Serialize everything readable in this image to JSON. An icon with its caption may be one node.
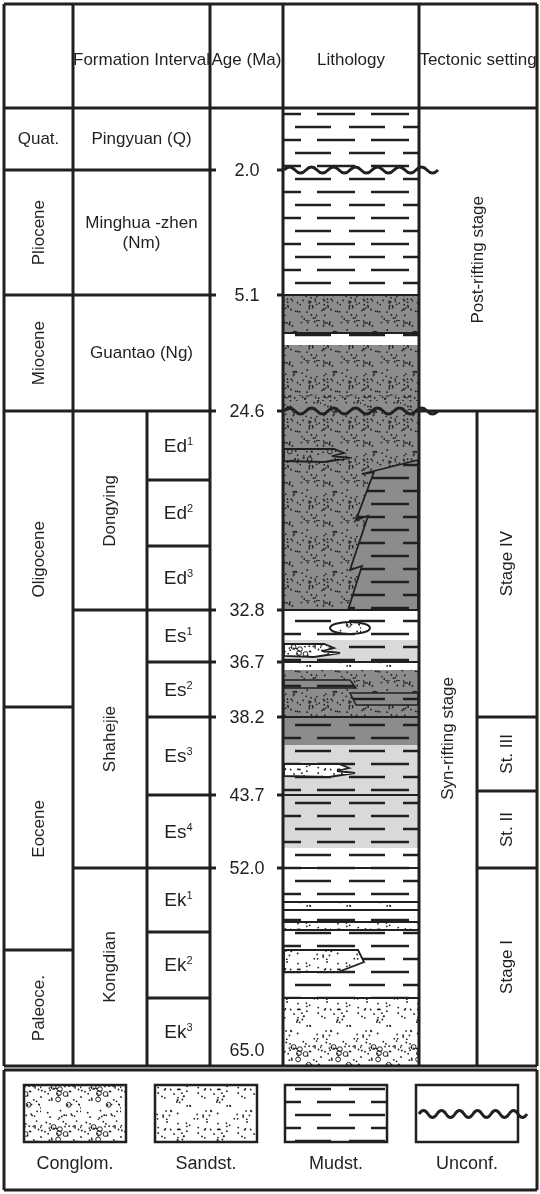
{
  "diagram": {
    "labels": [
      "Formation Interval",
      "Age (Ma)",
      "Lithology",
      "Tectonic setting",
      "Quat.",
      "Pingyuan (Q)",
      "2.0",
      "Post-rifting stage",
      "Pliocene",
      "Minghua -zhen (Nm)",
      "5.1",
      "Miocene",
      "Guantao (Ng)",
      "24.6",
      "Oligocene",
      "Dongying",
      "Ed$^{1}$",
      "Stage IV",
      "Ed$^{2}$",
      "Ed$^{3}$",
      "32.8",
      "Shahejie",
      "Es$^{1}$",
      "36.7",
      "Syn-rifting stage",
      "Es$^{2}$",
      "38.2",
      "Es$^{3}$",
      "St. III",
      "43.7",
      "Eocene",
      "Es$^{4}$",
      "St. II",
      "52.0",
      "Kongdian",
      "Ek$^{1}$",
      "Stage I",
      "Ek$^{2}$",
      "Paleoce.",
      "Ek$^{3}$",
      "65.0"
    ],
    "legend": [
      {
        "text": "Conglom."
      },
      {
        "text": "Sandst."
      },
      {
        "text": "Mudst."
      },
      {
        "text": "Unconf."
      }
    ]
  }
}
